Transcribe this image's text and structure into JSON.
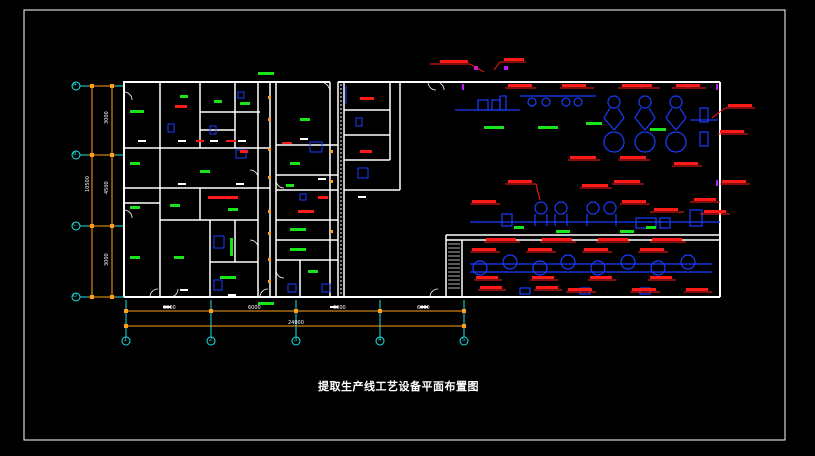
{
  "title": "提取生产线工艺设备平面布置图",
  "dimensions": {
    "total_width": "24000",
    "total_height": "10500",
    "segments_bottom": [
      "6000",
      "6000",
      "6000",
      "6000"
    ],
    "segments_left": [
      "3000",
      "4500",
      "3000"
    ]
  },
  "grid_axes": {
    "columns": [
      "1",
      "2",
      "3",
      "4",
      "5"
    ],
    "rows": [
      "A",
      "B",
      "C",
      "D"
    ]
  },
  "colors": {
    "background": "#000000",
    "walls": "#ffffff",
    "equipment": "#1a3cff",
    "annotations": "#ff1a1a",
    "dimension_lines": "#ff9f1a",
    "room_labels": "#19e619",
    "axis_bubbles": "#19e6e6"
  }
}
